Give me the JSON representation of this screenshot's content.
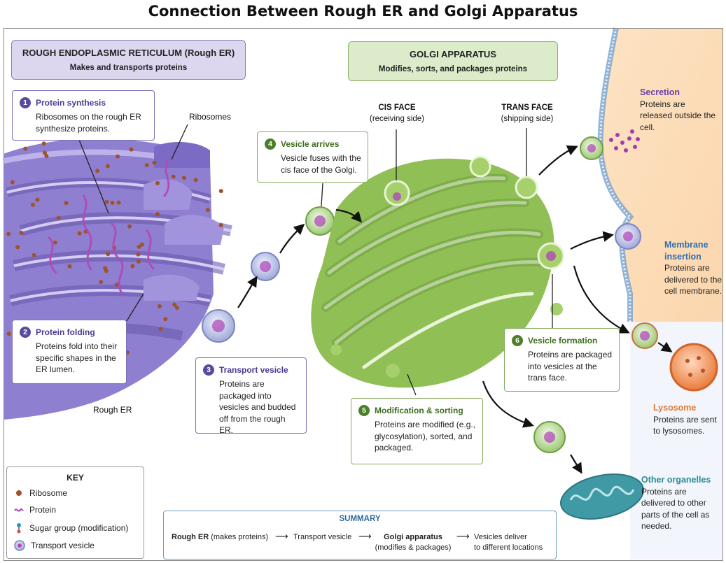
{
  "title": "Connection Between Rough ER and Golgi Apparatus",
  "er_header": {
    "title": "ROUGH ENDOPLASMIC RETICULUM (Rough ER)",
    "subtitle": "Makes and transports proteins"
  },
  "golgi_header": {
    "title": "GOLGI APPARATUS",
    "subtitle": "Modifies, sorts, and packages proteins"
  },
  "labels": {
    "ribosomes": "Ribosomes",
    "rough_er": "Rough ER"
  },
  "faces": {
    "cis": {
      "title": "CIS FACE",
      "sub": "(receiving side)"
    },
    "trans": {
      "title": "TRANS FACE",
      "sub": "(shipping side)"
    }
  },
  "steps": [
    {
      "num": "1",
      "title": "Protein synthesis",
      "body": "Ribosomes on the rough ER synthesize proteins."
    },
    {
      "num": "2",
      "title": "Protein folding",
      "body": "Proteins fold into their specific shapes in the ER lumen."
    },
    {
      "num": "3",
      "title": "Transport vesicle",
      "body": "Proteins are packaged into vesicles and budded off from the rough ER."
    },
    {
      "num": "4",
      "title": "Vesicle arrives",
      "body": "Vesicle fuses with the cis face of the Golgi."
    },
    {
      "num": "5",
      "title": "Modification & sorting",
      "body": "Proteins are modified (e.g., glycosylation), sorted, and packaged."
    },
    {
      "num": "6",
      "title": "Vesicle formation",
      "body": "Proteins are packaged into vesicles at the trans face."
    }
  ],
  "destinations": [
    {
      "title": "Secretion",
      "body": "Proteins are released outside the cell."
    },
    {
      "title": "Membrane insertion",
      "body": "Proteins are delivered to the cell membrane."
    },
    {
      "title": "Lysosome",
      "body": "Proteins are sent to lysosomes."
    },
    {
      "title": "Other organelles",
      "body": "Proteins are delivered to other parts of the cell as needed."
    }
  ],
  "key": {
    "title": "KEY",
    "items": [
      "Ribosome",
      "Protein",
      "Sugar group (modification)",
      "Transport vesicle"
    ]
  },
  "summary": {
    "title": "SUMMARY",
    "er_bold": "Rough ER",
    "er_rest": " (makes proteins)",
    "vesicle": "Transport vesicle",
    "golgi_bold": "Golgi apparatus",
    "golgi_rest": "(modifies & packages)",
    "deliver_1": "Vesicles deliver",
    "deliver_2": "to different locations",
    "arrow": "⟶"
  },
  "colors": {
    "er_purple": "#8f7fd0",
    "golgi_green": "#8fbf55",
    "ribosome_brown": "#a0522d",
    "protein_magenta": "#b04ab8",
    "lysosome_orange": "#f08a4b",
    "mito_teal": "#3f9aa5",
    "summary_blue": "#2f6a9a"
  }
}
